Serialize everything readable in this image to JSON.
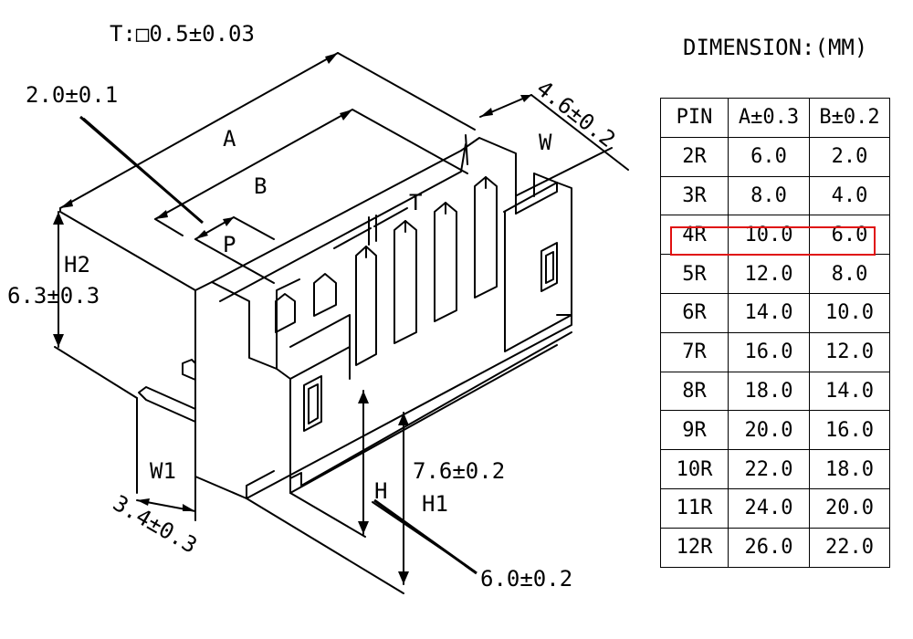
{
  "labels": {
    "thickness": "T:□0.5±0.03",
    "pitch": "2.0±0.1",
    "a": "A",
    "b": "B",
    "p": "P",
    "t": "T",
    "w": "W",
    "width": "4.6±0.2",
    "h2": "H2",
    "h2_value": "6.3±0.3",
    "w1": "W1",
    "w1_value": "3.4±0.3",
    "h": "H",
    "h1": "H1",
    "h1_value": "7.6±0.2",
    "h_value": "6.0±0.2"
  },
  "table": {
    "title": "DIMENSION:(MM)",
    "headers": [
      "PIN",
      "A±0.3",
      "B±0.2"
    ],
    "rows": [
      [
        "2R",
        "6.0",
        "2.0"
      ],
      [
        "3R",
        "8.0",
        "4.0"
      ],
      [
        "4R",
        "10.0",
        "6.0"
      ],
      [
        "5R",
        "12.0",
        "8.0"
      ],
      [
        "6R",
        "14.0",
        "10.0"
      ],
      [
        "7R",
        "16.0",
        "12.0"
      ],
      [
        "8R",
        "18.0",
        "14.0"
      ],
      [
        "9R",
        "20.0",
        "16.0"
      ],
      [
        "10R",
        "22.0",
        "18.0"
      ],
      [
        "11R",
        "24.0",
        "20.0"
      ],
      [
        "12R",
        "26.0",
        "22.0"
      ]
    ],
    "highlighted_row": 2,
    "highlight_color": "#e01010"
  }
}
